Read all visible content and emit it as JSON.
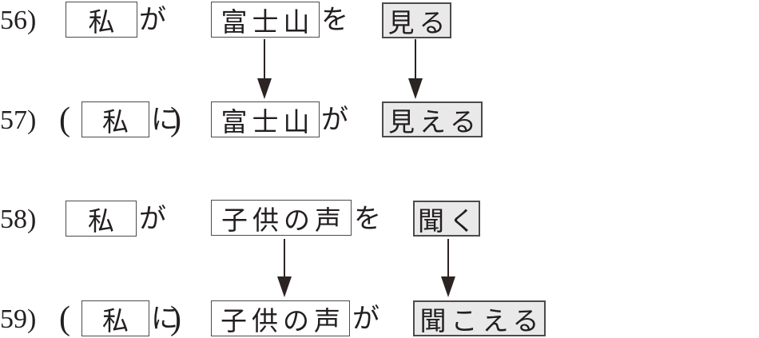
{
  "colors": {
    "ink": "#231f20",
    "box_border": "#4b4b4b",
    "verb_box_bg": "#e9e9e9",
    "arrow": "#2b2422"
  },
  "rows": {
    "r56": {
      "number": "56)",
      "subject": "私",
      "particle_ga": "が",
      "object": "富士山",
      "particle_wo": "を",
      "verb": "見る"
    },
    "r57": {
      "number": "57)",
      "paren_open": "(",
      "subject": "私",
      "particle_ni": "に",
      "paren_close": ")",
      "object": "富士山",
      "particle_ga": "が",
      "verb": "見える"
    },
    "r58": {
      "number": "58)",
      "subject": "私",
      "particle_ga": "が",
      "object": "子供の声",
      "particle_wo": "を",
      "verb": "聞く"
    },
    "r59": {
      "number": "59)",
      "paren_open": "(",
      "subject": "私",
      "particle_ni": "に",
      "paren_close": ")",
      "object": "子供の声",
      "particle_ga": "が",
      "verb": "聞こえる"
    }
  },
  "arrows": [
    {
      "from": "object-box-56",
      "to": "object-box-57"
    },
    {
      "from": "verb-box-56",
      "to": "verb-box-57"
    },
    {
      "from": "object-box-58",
      "to": "object-box-59"
    },
    {
      "from": "verb-box-58",
      "to": "verb-box-59"
    }
  ]
}
